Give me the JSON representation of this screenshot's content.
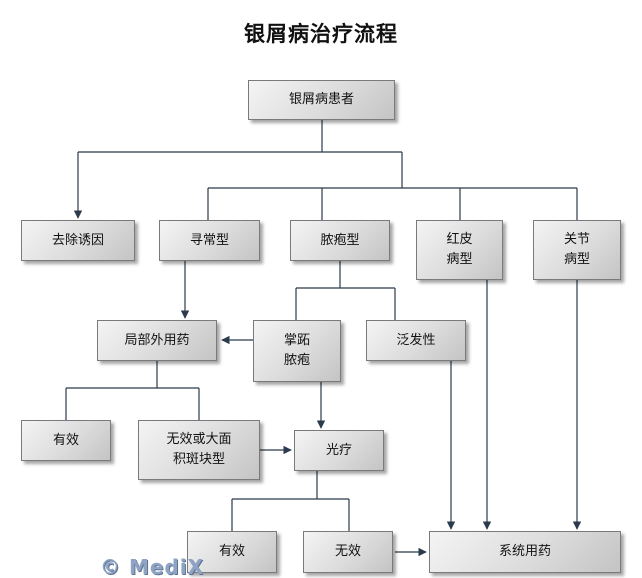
{
  "title": "银屑病治疗流程",
  "watermark": "© MediX",
  "colors": {
    "connector": "#2b3a4c",
    "box_border": "#7a7a7a"
  },
  "nodes": {
    "patient": "银屑病患者",
    "remove_cause": "去除诱因",
    "vulgaris": "寻常型",
    "pustular": "脓疱型",
    "erythrodermic": "红皮\n病型",
    "arthropathic": "关节\n病型",
    "topical": "局部外用药",
    "palmoplantar": "掌跖\n脓疱",
    "generalized": "泛发性",
    "effective_1": "有效",
    "ineffective_large": "无效或大面\n积斑块型",
    "phototherapy": "光疗",
    "effective_2": "有效",
    "ineffective_2": "无效",
    "systemic": "系统用药"
  }
}
